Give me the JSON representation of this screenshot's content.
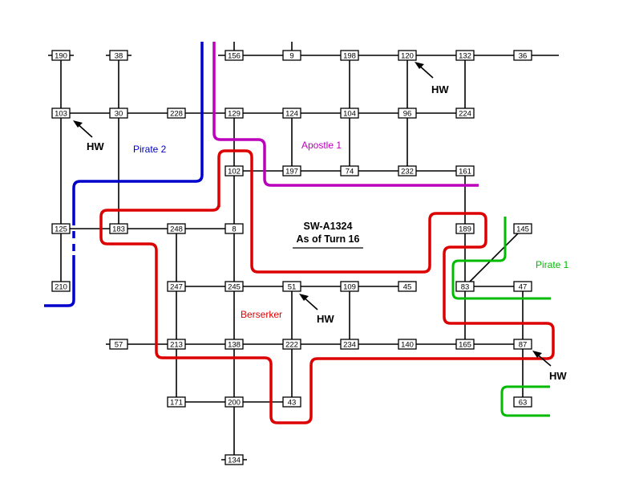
{
  "title": {
    "line1": "SW-A1324",
    "line2": "As of Turn 16"
  },
  "regions": [
    {
      "id": "pirate-2",
      "label": "Pirate 2",
      "color": "#0000cc"
    },
    {
      "id": "apostle-1",
      "label": "Apostle 1",
      "color": "#bb00bb"
    },
    {
      "id": "berserker",
      "label": "Berserker",
      "color": "#dd0000"
    },
    {
      "id": "pirate-1",
      "label": "Pirate 1",
      "color": "#00bb00"
    }
  ],
  "hw_label": "HW",
  "nodes": [
    "190",
    "38",
    "156",
    "9",
    "198",
    "120",
    "132",
    "36",
    "103",
    "30",
    "228",
    "129",
    "124",
    "104",
    "96",
    "224",
    "102",
    "197",
    "74",
    "232",
    "161",
    "125",
    "183",
    "248",
    "8",
    "189",
    "145",
    "210",
    "247",
    "245",
    "51",
    "109",
    "45",
    "83",
    "47",
    "57",
    "213",
    "138",
    "222",
    "234",
    "140",
    "165",
    "87",
    "171",
    "200",
    "43",
    "63",
    "134"
  ]
}
